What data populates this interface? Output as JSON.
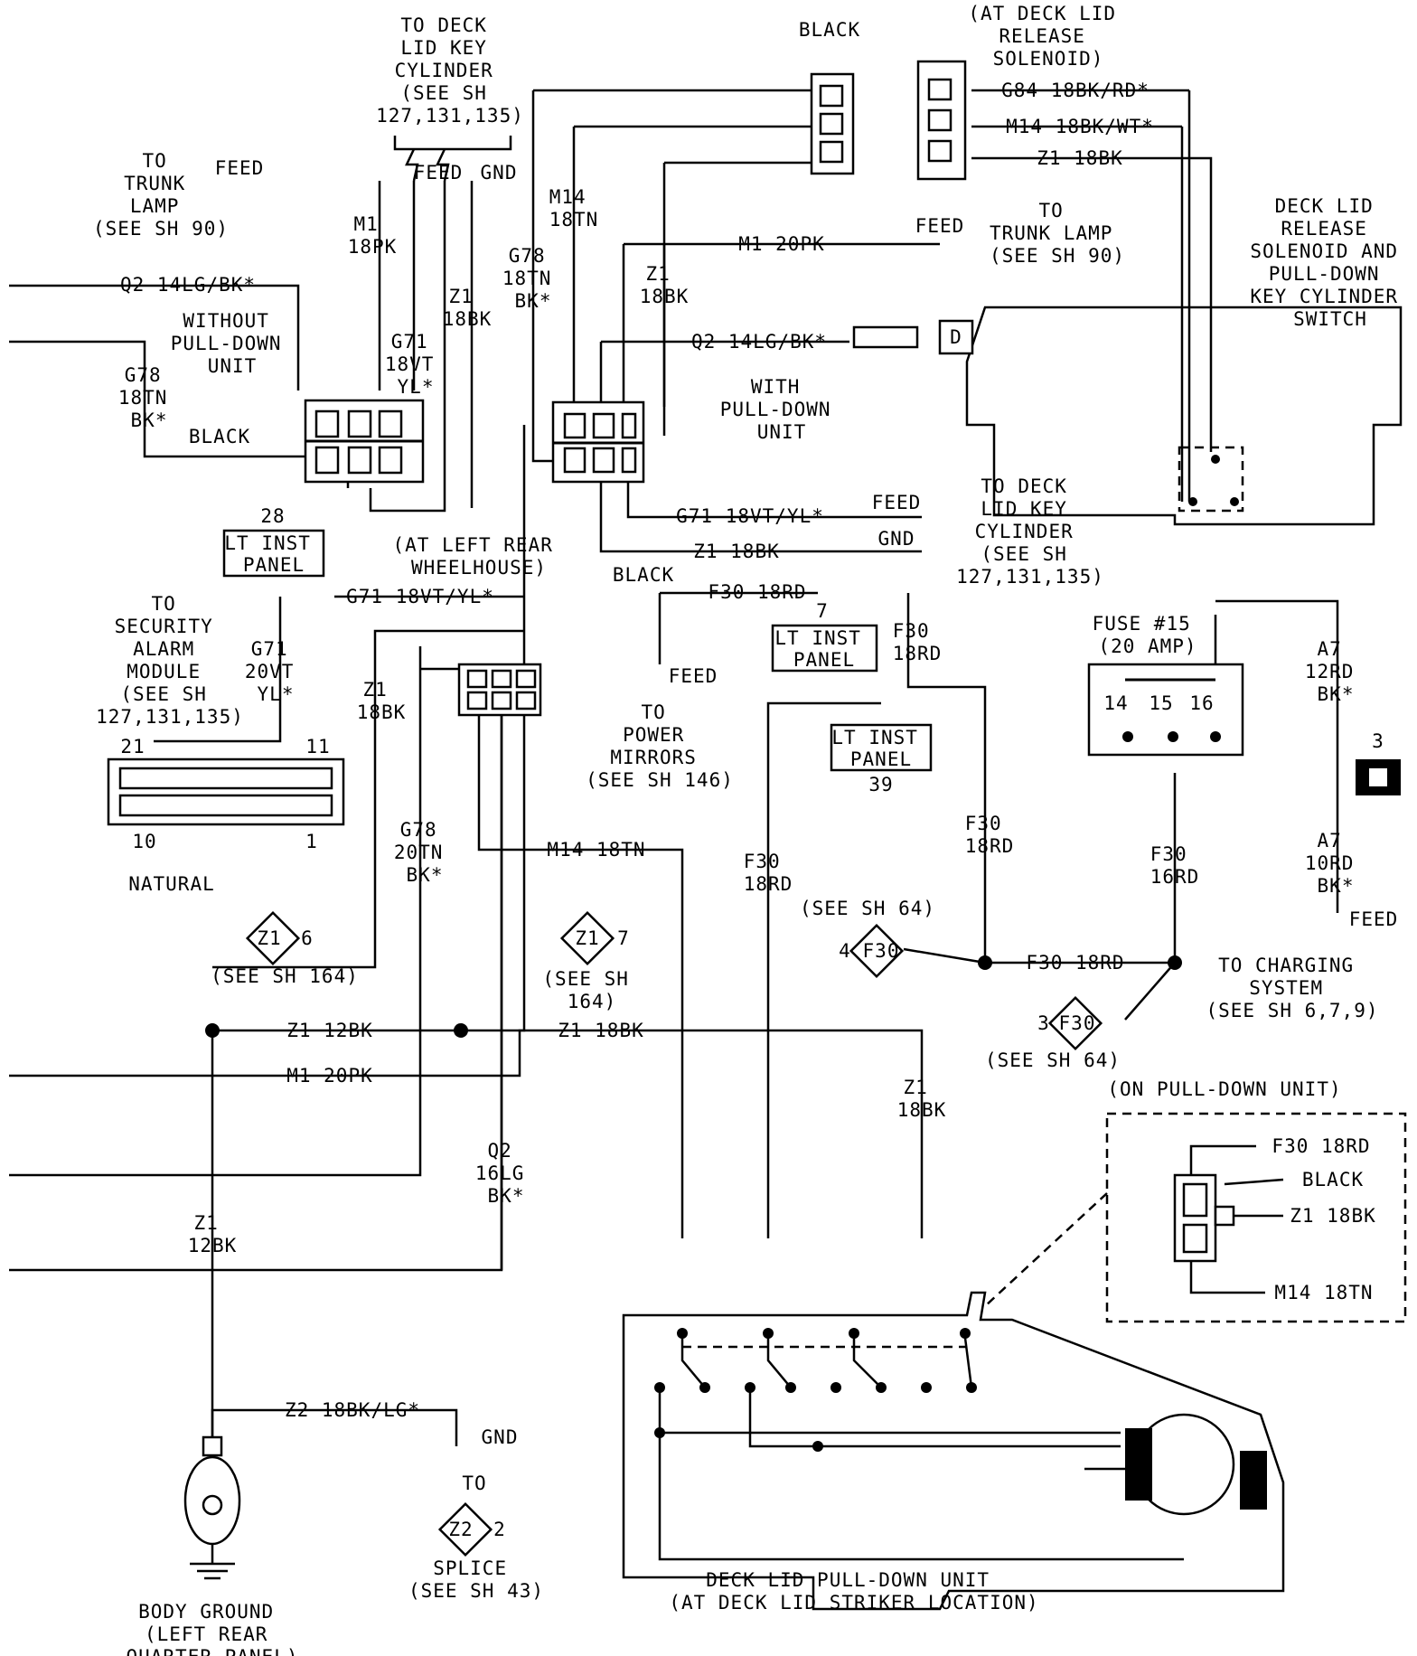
{
  "labels": {
    "to_deck_lid_key_top": [
      "TO DECK",
      "LID KEY",
      "CYLINDER",
      "(SEE SH",
      "127,131,135)"
    ],
    "feed_top": "FEED",
    "gnd_top": "GND",
    "to_trunk_lamp_left": [
      "TO",
      "TRUNK",
      "LAMP",
      "(SEE SH 90)"
    ],
    "feed_trunk_left": "FEED",
    "m1_18pk": [
      "M1",
      "18PK"
    ],
    "z1_18bk_mid": [
      "Z1",
      "18BK"
    ],
    "g71_18vt": [
      "G71",
      "18VT",
      "YL*"
    ],
    "q2_left": "Q2 14LG/BK*",
    "without_pulldown": [
      "WITHOUT",
      "PULL-DOWN",
      "UNIT"
    ],
    "g78_left": [
      "G78",
      "18TN",
      "BK*"
    ],
    "black_left": "BLACK",
    "black_top": "BLACK",
    "at_deck_lid_solenoid": [
      "(AT DECK LID",
      "RELEASE",
      "SOLENOID)"
    ],
    "g84": "G84 18BK/RD*",
    "m14_bkwt": "M14 18BK/WT*",
    "z1_top": "Z1 18BK",
    "m14_18tn_top": [
      "M14",
      "18TN"
    ],
    "g78_18tn_top": [
      "G78",
      "18TN",
      "BK*"
    ],
    "z1_18bk_top2": [
      "Z1",
      "18BK"
    ],
    "m1_20pk_top": "M1 20PK",
    "feed_right": "FEED",
    "to_trunk_lamp_right": [
      "TO",
      "TRUNK LAMP",
      "(SEE SH 90)"
    ],
    "deck_lid_switch": [
      "DECK LID",
      "RELEASE",
      "SOLENOID AND",
      "PULL-DOWN",
      "KEY CYLINDER",
      "SWITCH"
    ],
    "q2_right": "Q2 14LG/BK*",
    "switch_pin_d": "D",
    "with_pulldown": [
      "WITH",
      "PULL-DOWN",
      "UNIT"
    ],
    "g71_right": "G71 18VT/YL*",
    "feed_right2": "FEED",
    "gnd_right2": "GND",
    "z1_right2": "Z1 18BK",
    "to_deck_lid_key_right": [
      "TO DECK",
      "LID KEY",
      "CYLINDER",
      "(SEE SH",
      "127,131,135)"
    ],
    "black_mid": "BLACK",
    "at_left_rear": [
      "(AT LEFT REAR",
      "WHEELHOUSE)"
    ],
    "lt_inst_panel_28": {
      "num": "28",
      "text": [
        "LT INST",
        "PANEL"
      ]
    },
    "to_security": [
      "TO",
      "SECURITY",
      "ALARM",
      "MODULE",
      "(SEE SH",
      "127,131,135)"
    ],
    "g71_sec_wire": "G71 18VT/YL*",
    "g71_20vt": [
      "G71",
      "20VT",
      "YL*"
    ],
    "pin_21": "21",
    "pin_11": "11",
    "pin_10": "10",
    "pin_1": "1",
    "natural": "NATURAL",
    "z1_18bk_left": [
      "Z1",
      "18BK"
    ],
    "g78_20tn": [
      "G78",
      "20TN",
      "BK*"
    ],
    "m14_18tn_mid": "M14 18TN",
    "f30_18rd_top": "F30 18RD",
    "inst_panel_7": {
      "num": "7",
      "text": [
        "LT INST",
        "PANEL"
      ]
    },
    "f30_18rd_r": [
      "F30",
      "18RD"
    ],
    "feed_pm": "FEED",
    "to_power_mirrors": [
      "TO",
      "POWER",
      "MIRRORS",
      "(SEE SH 146)"
    ],
    "inst_panel_39": {
      "num": "39",
      "text": [
        "LT INST",
        "PANEL"
      ]
    },
    "f30_18rd_mid_left": [
      "F30",
      "18RD"
    ],
    "f30_18rd_mid_right": [
      "F30",
      "18RD"
    ],
    "fuse": [
      "FUSE #15",
      "(20 AMP)"
    ],
    "fuse_pins": [
      "14",
      "15",
      "16"
    ],
    "a7_12rd": [
      "A7",
      "12RD",
      "BK*"
    ],
    "a7_10rd": [
      "A7",
      "10RD",
      "BK*"
    ],
    "conn_3": "3",
    "feed_charging": "FEED",
    "to_charging": [
      "TO CHARGING",
      "SYSTEM",
      "(SEE SH 6,7,9)"
    ],
    "f30_16rd": [
      "F30",
      "16RD"
    ],
    "see_sh_64_top": "(SEE SH 64)",
    "splice_f30_4": {
      "num": "4",
      "name": "F30"
    },
    "f30_18rd_bus": "F30 18RD",
    "splice_f30_3": {
      "num": "3",
      "name": "F30"
    },
    "see_sh_64_bottom": "(SEE SH 64)",
    "splice_z1_6": {
      "name": "Z1",
      "num": "6"
    },
    "see_sh_164_left": "(SEE SH 164)",
    "splice_z1_7": {
      "name": "Z1",
      "num": "7"
    },
    "see_sh_164_mid": [
      "(SEE SH",
      "164)"
    ],
    "z1_12bk_bus": "Z1 12BK",
    "z1_18bk_bus": "Z1 18BK",
    "m1_20pk_bus": "M1 20PK",
    "z1_18bk_right_drop": [
      "Z1",
      "18BK"
    ],
    "q2_16lg": [
      "Q2",
      "16LG",
      "BK*"
    ],
    "z1_12bk_drop": [
      "Z1",
      "12BK"
    ],
    "on_pulldown_unit": "(ON PULL-DOWN UNIT)",
    "inset_f30": "F30 18RD",
    "inset_black": "BLACK",
    "inset_z1": "Z1 18BK",
    "inset_m14": "M14 18TN",
    "z2_wire": "Z2 18BK/LG*",
    "gnd_splice": "GND",
    "to_splice": "TO",
    "splice_z2": {
      "name": "Z2",
      "num": "2"
    },
    "splice_text": [
      "SPLICE",
      "(SEE SH 43)"
    ],
    "body_ground": [
      "BODY GROUND",
      "(LEFT REAR",
      "QUARTER PANEL)"
    ],
    "pulldown_unit": [
      "DECK LID PULL-DOWN UNIT",
      "(AT DECK LID STRIKER LOCATION)"
    ]
  }
}
